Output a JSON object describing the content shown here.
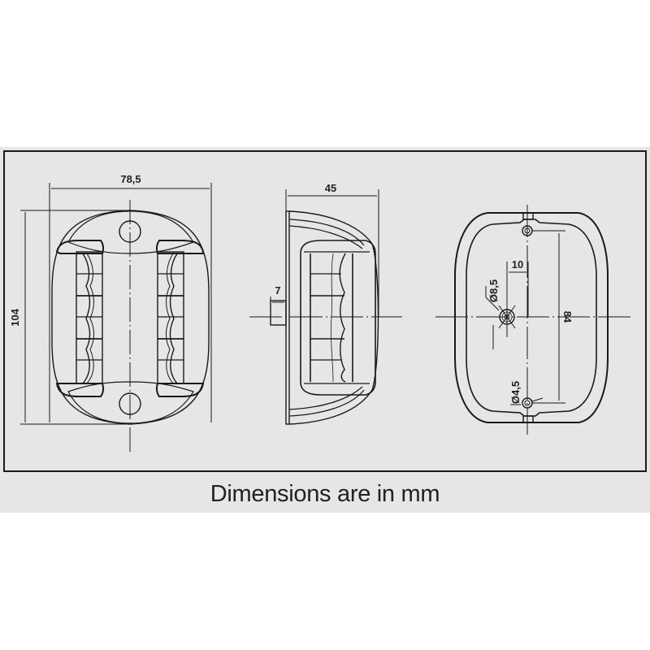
{
  "caption": "Dimensions are in mm",
  "units": "mm",
  "views": {
    "front": {
      "width_label": "78,5",
      "height_label": "104"
    },
    "side": {
      "depth_label": "45",
      "stud_label": "7"
    },
    "back": {
      "offset_label": "10",
      "center_hole_label": "Ø8,5",
      "hole_spacing_label": "84",
      "mount_hole_label": "Ø4,5"
    }
  },
  "colors": {
    "background": "#e6e6e8",
    "line": "#1a1a1a",
    "page": "#ffffff"
  }
}
